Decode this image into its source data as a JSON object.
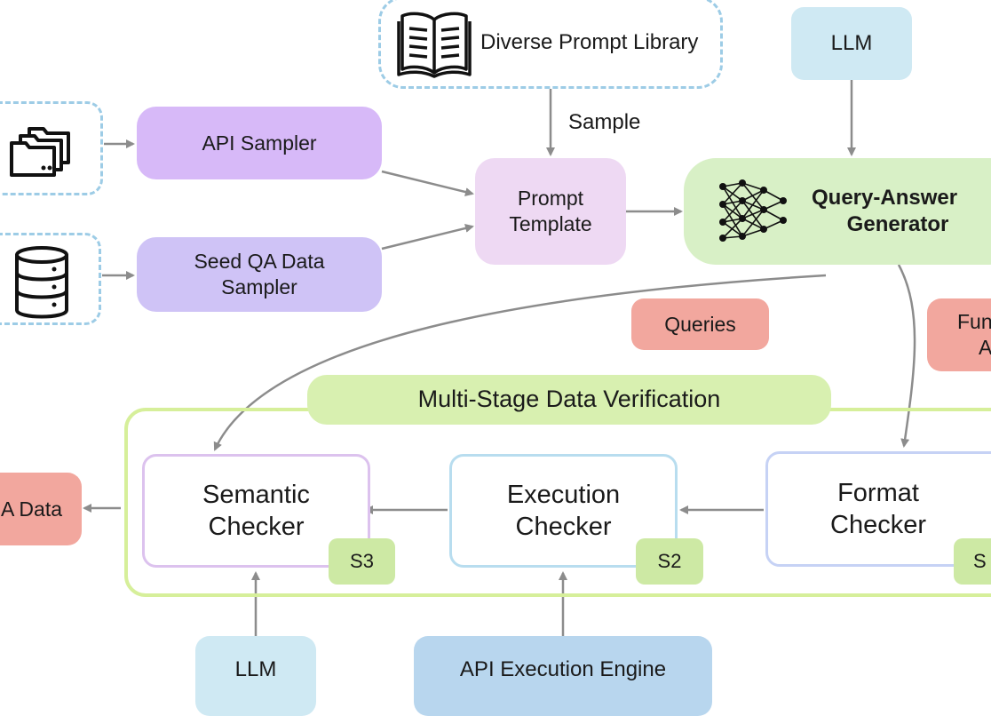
{
  "library": {
    "label": "Diverse Prompt Library",
    "icon": "open-book-icon"
  },
  "edges": {
    "sample": "Sample"
  },
  "sources": {
    "folder_icon": "folder-stack-icon",
    "db_icon": "database-icon"
  },
  "samplers": {
    "api": "API Sampler",
    "seed_line1": "Seed QA Data",
    "seed_line2": "Sampler"
  },
  "prompt_template": {
    "line1": "Prompt",
    "line2": "Template"
  },
  "llm_top": "LLM",
  "generator": {
    "line1": "Query-Answer",
    "line2": "Generator",
    "icon": "neural-network-icon"
  },
  "outputs": {
    "queries": "Queries",
    "func_line1": "Fun",
    "func_line2": "A",
    "qa_data": "A Data"
  },
  "verification": {
    "title": "Multi-Stage Data Verification",
    "semantic": {
      "line1": "Semantic",
      "line2": "Checker",
      "stage": "S3"
    },
    "execution": {
      "line1": "Execution",
      "line2": "Checker",
      "stage": "S2"
    },
    "format": {
      "line1": "Format",
      "line2": "Checker",
      "stage": "S"
    }
  },
  "llm_bottom": "LLM",
  "engine": "API Execution Engine",
  "colors": {
    "api_sampler": "#d7b9f8",
    "seed_sampler": "#cfc3f6",
    "prompt_template": "#eed9f3",
    "generator": "#d8f0c6",
    "llm": "#cfe9f3",
    "engine": "#b8d6ee",
    "output": "#f2a79e",
    "verify": "#d8f0b0",
    "badge": "#cde9a4",
    "arrow": "#8c8c8c"
  }
}
